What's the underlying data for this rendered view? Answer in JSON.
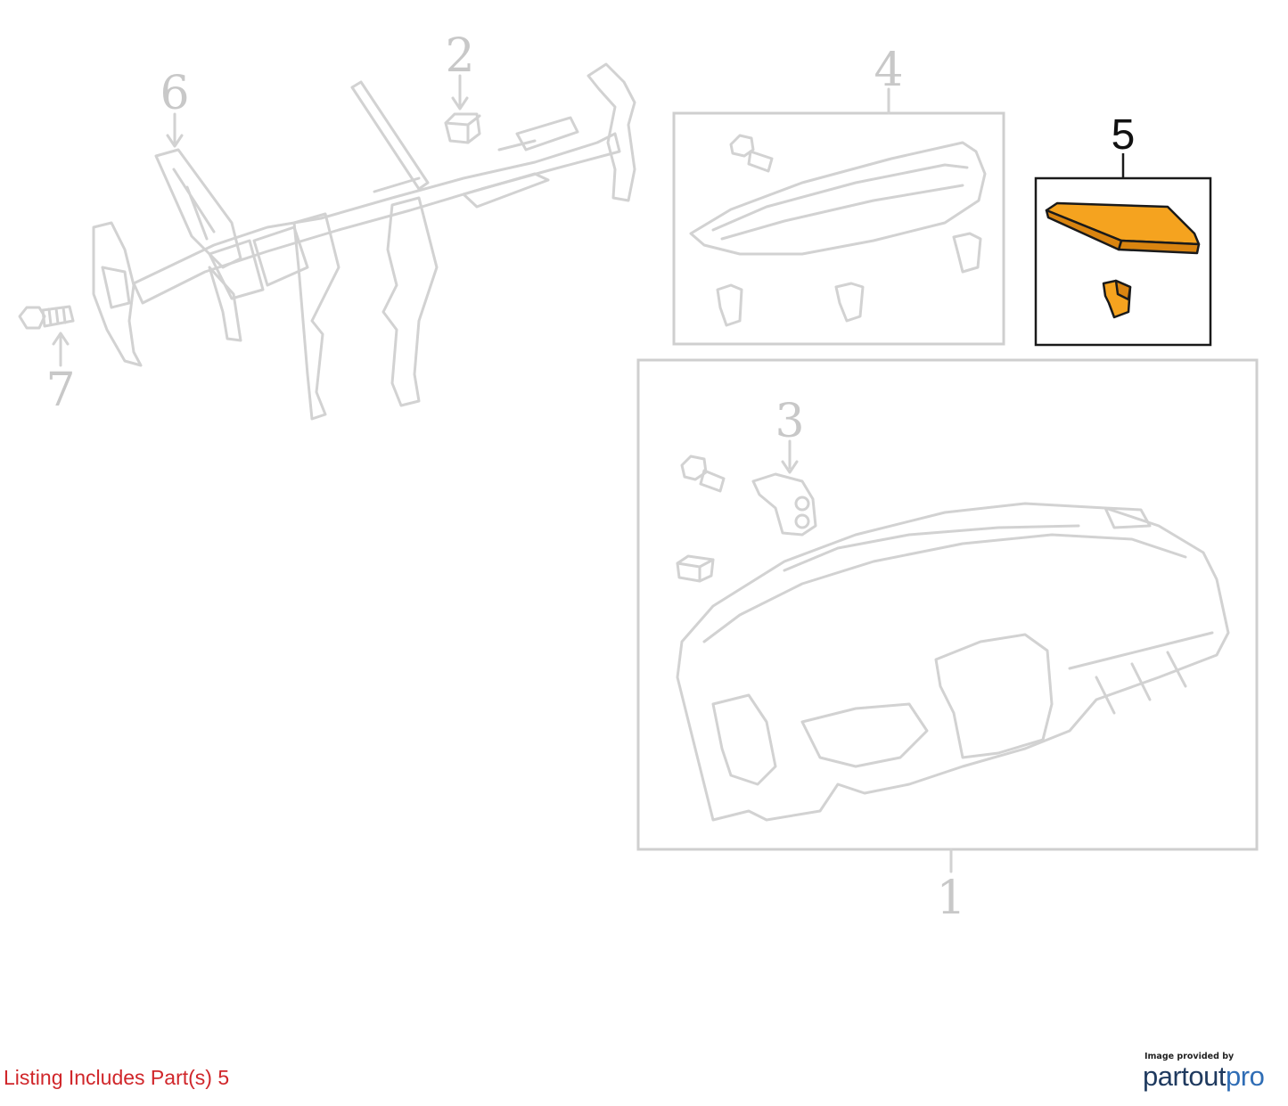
{
  "diagram": {
    "callouts": [
      {
        "number": "1",
        "highlighted": false
      },
      {
        "number": "2",
        "highlighted": false
      },
      {
        "number": "3",
        "highlighted": false
      },
      {
        "number": "4",
        "highlighted": false
      },
      {
        "number": "5",
        "highlighted": true
      },
      {
        "number": "6",
        "highlighted": false
      },
      {
        "number": "7",
        "highlighted": false
      }
    ],
    "highlight_color": "#f5a31f",
    "ghost_color": "#d2d2d2"
  },
  "footer": {
    "note": "Listing Includes Part(s) 5",
    "note_color": "#d0262a"
  },
  "credit": {
    "small": "Image provided by",
    "brand_part1": "partout",
    "brand_part2": "pro"
  }
}
